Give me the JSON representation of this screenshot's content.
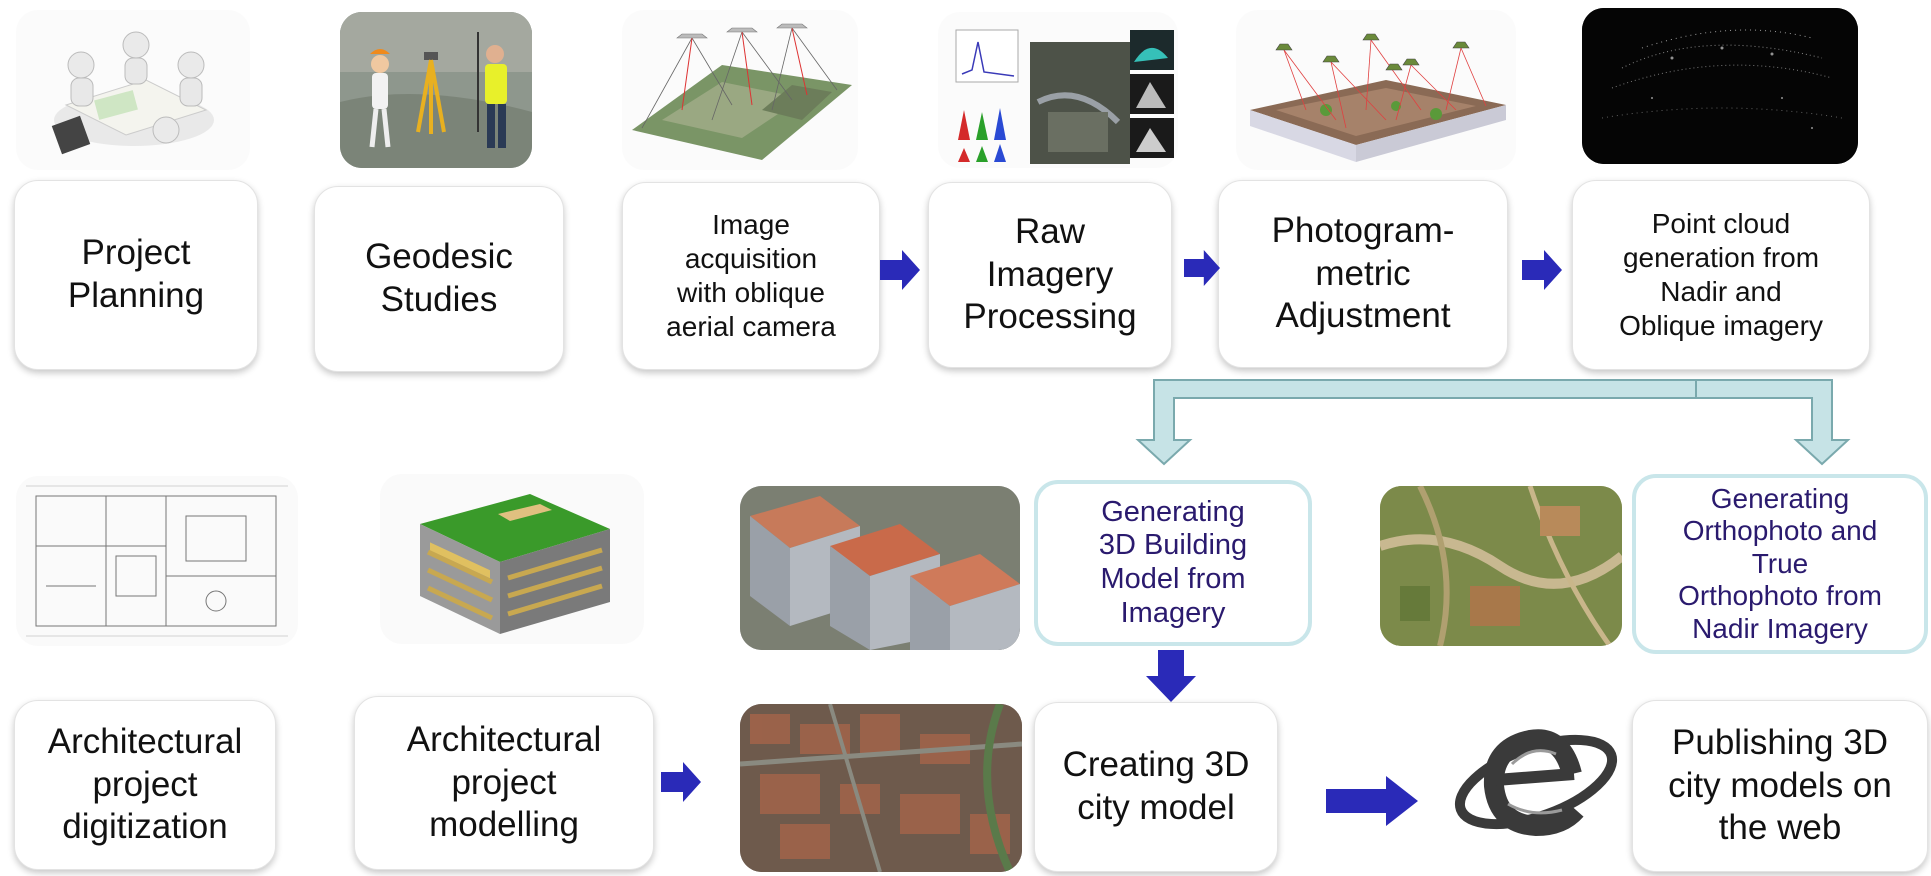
{
  "steps": {
    "project_planning": "Project\nPlanning",
    "geodesic_studies": "Geodesic\nStudies",
    "image_acquisition": "Image\nacquisition\nwith oblique\naerial camera",
    "raw_imagery": "Raw\nImagery\nProcessing",
    "photogrammetric": "Photogram-\nmetric\nAdjustment",
    "point_cloud": "Point cloud\ngeneration from\nNadir and\nOblique imagery",
    "generating_3d": "Generating\n3D Building\nModel from\nImagery",
    "generating_ortho": "Generating\nOrthophoto and\nTrue\nOrthophoto from\nNadir Imagery",
    "arch_digitization": "Architectural\nproject\ndigitization",
    "arch_modelling": "Architectural\nproject\nmodelling",
    "creating_city": "Creating 3D\ncity model",
    "publishing": "Publishing 3D\ncity models on\nthe web"
  },
  "colors": {
    "arrow_blue": "#2a2ab8",
    "connector_fill": "#c6e3e6",
    "connector_stroke": "#7aa9ad",
    "blue_text": "#2a1a6e"
  },
  "icons": {
    "web_logo": "e-globe-icon"
  }
}
